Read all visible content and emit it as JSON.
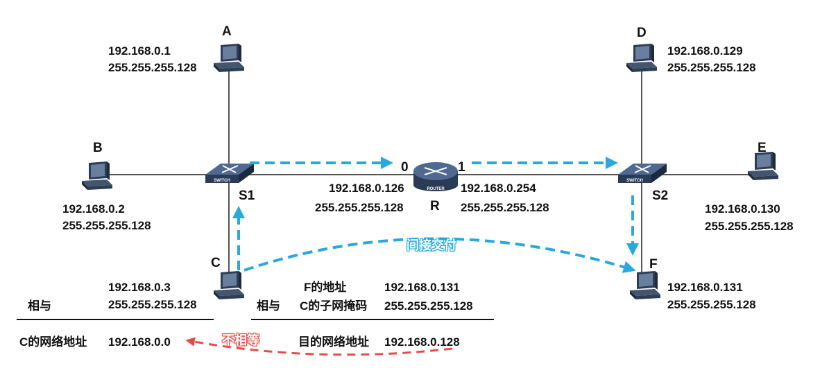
{
  "hosts": {
    "A": {
      "label": "A",
      "ip": "192.168.0.1",
      "mask": "255.255.255.128"
    },
    "B": {
      "label": "B",
      "ip": "192.168.0.2",
      "mask": "255.255.255.128"
    },
    "C": {
      "label": "C",
      "ip": "192.168.0.3",
      "mask": "255.255.255.128"
    },
    "D": {
      "label": "D",
      "ip": "192.168.0.129",
      "mask": "255.255.255.128"
    },
    "E": {
      "label": "E",
      "ip": "192.168.0.130",
      "mask": "255.255.255.128"
    },
    "F": {
      "label": "F",
      "ip": "192.168.0.131",
      "mask": "255.255.255.128"
    }
  },
  "switches": {
    "S1": {
      "label": "S1",
      "device_text": "SWITCH"
    },
    "S2": {
      "label": "S2",
      "device_text": "SWITCH"
    }
  },
  "router": {
    "label": "R",
    "device_text": "ROUTER",
    "port0": {
      "label": "0",
      "ip": "192.168.0.126",
      "mask": "255.255.255.128"
    },
    "port1": {
      "label": "1",
      "ip": "192.168.0.254",
      "mask": "255.255.255.128"
    }
  },
  "annotations": {
    "indirect_delivery": "间接交付",
    "not_equal": "不相等"
  },
  "calc_left": {
    "and_label": "相与",
    "result_label": "C的网络地址",
    "result_value": "192.168.0.0"
  },
  "calc_right": {
    "f_addr_label": "F的地址",
    "f_addr_value": "192.168.0.131",
    "and_label": "相与",
    "c_mask_label": "C的子网掩码",
    "c_mask_value": "255.255.255.128",
    "dest_label": "目的网络地址",
    "dest_value": "192.168.0.128"
  },
  "colors": {
    "arrow_blue": "#29a8e0",
    "arrow_red": "#e84a4a",
    "line": "#555555"
  }
}
